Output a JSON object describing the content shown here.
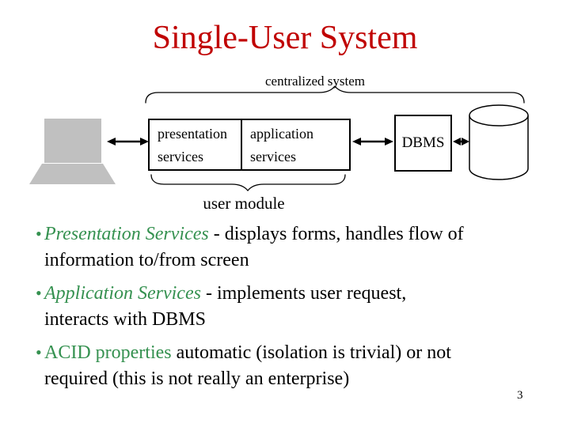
{
  "slide": {
    "title": "Single-User System",
    "page_number": "3",
    "colors": {
      "title": "#c00000",
      "accent_green": "#359150",
      "device_gray": "#c0c0c0"
    }
  },
  "diagram": {
    "system_label": "centralized system",
    "module_label": "user module",
    "presentation_box": {
      "line1": "presentation",
      "line2": "services"
    },
    "application_box": {
      "line1": "application",
      "line2": "services"
    },
    "dbms_label": "DBMS",
    "icons": {
      "computer": "computer-terminal-icon",
      "database": "database-cylinder-icon",
      "connector": "double-headed-arrow-icon",
      "top_brace": "overbrace-icon",
      "bottom_brace": "underbrace-icon"
    }
  },
  "bullets": [
    {
      "lead": "Presentation Services",
      "rest": " - displays forms, handles flow of",
      "line2": "information to/from screen"
    },
    {
      "lead": "Application Services",
      "rest": " - implements user request,",
      "line2": "interacts with DBMS"
    },
    {
      "lead": "ACID properties",
      "rest": " automatic (isolation is trivial) or not",
      "line2": "required (this is not really an enterprise)"
    }
  ]
}
